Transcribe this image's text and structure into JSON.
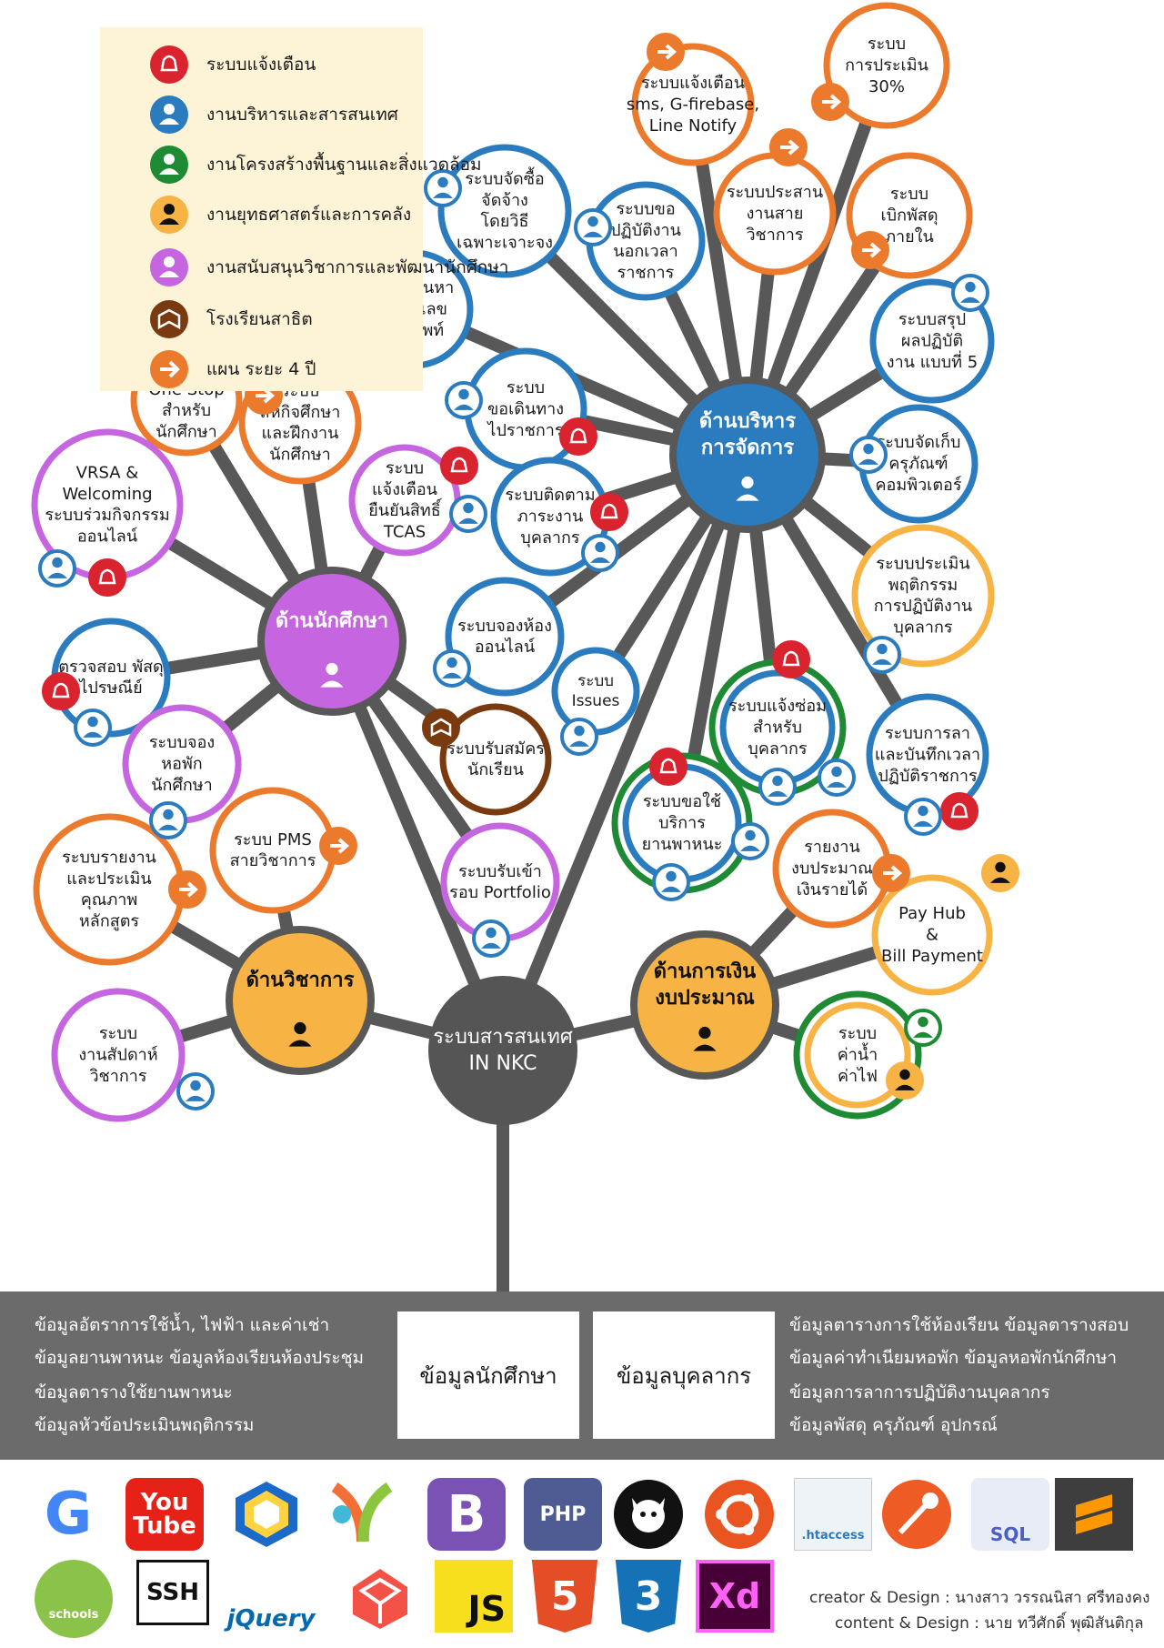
{
  "legend": [
    {
      "label": "ระบบแจ้งเตือน",
      "icon": "bell-icon",
      "color": "#d9232e"
    },
    {
      "label": "งานบริหารและสารสนเทศ",
      "icon": "person-icon",
      "color": "#2b7bbf"
    },
    {
      "label": "งานโครงสร้างพื้นฐานและสิ่งแวดล้อม",
      "icon": "person-icon",
      "color": "#1e8a34"
    },
    {
      "label": "งานยุทธศาสตร์และการคลัง",
      "icon": "person-icon",
      "color": "#f7b444"
    },
    {
      "label": "งานสนับสนุนวิชาการและพัฒนานักศึกษา",
      "icon": "person-icon",
      "color": "#c565e0"
    },
    {
      "label": "โรงเรียนสาธิต",
      "icon": "book-icon",
      "color": "#7a3a10"
    },
    {
      "label": "แผน ระยะ 4  ปี",
      "icon": "arrow-icon",
      "color": "#ec7a2c"
    }
  ],
  "center": {
    "lines": [
      "ระบบสารสนเทศ",
      "IN NKC"
    ],
    "color": "#555555"
  },
  "hubs": {
    "admin": {
      "lines": [
        "ด้านบริหาร",
        "การจัดการ"
      ],
      "color": "#2b7bbf"
    },
    "student": {
      "lines": [
        "ด้านนักศึกษา"
      ],
      "color": "#c565e0"
    },
    "academic": {
      "lines": [
        "ด้านวิชาการ"
      ],
      "color": "#f7b444"
    },
    "finance": {
      "lines": [
        "ด้านการเงิน",
        "งบประมาณ"
      ],
      "color": "#f7b444"
    }
  },
  "nodes": {
    "admin": [
      {
        "lines": [
          "ระบบแจ้งเตือน",
          "sms,  G-firebase,",
          "Line Notify"
        ],
        "color": "#ec7a2c"
      },
      {
        "lines": [
          "ระบบ",
          "การประเมิน",
          "30%"
        ],
        "color": "#ec7a2c"
      },
      {
        "lines": [
          "ระบบจัดซื้อ",
          "จัดจ้าง",
          "โดยวิธี",
          "เฉพาะเจาะจง"
        ],
        "color": "#2b7bbf"
      },
      {
        "lines": [
          "ระบบขอ",
          "ปฏิบัติงาน",
          "นอกเวลา",
          "ราชการ"
        ],
        "color": "#2b7bbf"
      },
      {
        "lines": [
          "ระบบประสาน",
          "งานสาย",
          "วิชาการ"
        ],
        "color": "#ec7a2c"
      },
      {
        "lines": [
          "ระบบ",
          "เบิกพัสดุ",
          "ภายใน"
        ],
        "color": "#ec7a2c"
      },
      {
        "lines": [
          "ระบบค้นหา",
          "หมายเลข",
          "โทรศัพท์"
        ],
        "color": "#2b7bbf"
      },
      {
        "lines": [
          "ระบบสรุป",
          "ผลปฏิบัติ",
          "งาน แบบที่ 5"
        ],
        "color": "#2b7bbf"
      },
      {
        "lines": [
          "ระบบ",
          "ขอเดินทาง",
          "ไปราชการ"
        ],
        "color": "#2b7bbf"
      },
      {
        "lines": [
          "ระบบจัดเก็บ",
          "ครุภัณฑ์",
          "คอมพิวเตอร์"
        ],
        "color": "#2b7bbf"
      },
      {
        "lines": [
          "ระบบติดตาม",
          "ภาระงาน",
          "บุคลากร"
        ],
        "color": "#2b7bbf"
      },
      {
        "lines": [
          "ระบบประเมิน",
          "พฤติกรรม",
          "การปฏิบัติงาน",
          "บุคลากร"
        ],
        "color": "#f7b444"
      },
      {
        "lines": [
          "ระบบจองห้อง",
          "ออนไลน์"
        ],
        "color": "#2b7bbf"
      },
      {
        "lines": [
          "ระบบ",
          "Issues"
        ],
        "color": "#2b7bbf"
      },
      {
        "lines": [
          "ระบบแจ้งซ่อม",
          "สำหรับ",
          "บุคลากร"
        ],
        "color": "#2b7bbf"
      },
      {
        "lines": [
          "ระบบการลา",
          "และบันทึกเวลา",
          "ปฏิบัติราชการ"
        ],
        "color": "#2b7bbf"
      },
      {
        "lines": [
          "ระบบขอใช้",
          "บริการ",
          "ยานพาหนะ"
        ],
        "color": "#2b7bbf"
      }
    ],
    "student": [
      {
        "lines": [
          "ระบบ",
          "One Stop",
          "สำหรับ",
          "นักศึกษา"
        ],
        "color": "#ec7a2c"
      },
      {
        "lines": [
          "ระบบ",
          "สหกิจศึกษา",
          "และฝึกงาน",
          "นักศึกษา"
        ],
        "color": "#ec7a2c"
      },
      {
        "lines": [
          "ระบบ",
          "แจ้งเตือน",
          "ยืนยันสิทธิ์",
          "TCAS"
        ],
        "color": "#c565e0"
      },
      {
        "lines": [
          "VRSA &",
          "Welcoming",
          "ระบบร่วมกิจกรรม",
          "ออนไลน์"
        ],
        "color": "#c565e0"
      },
      {
        "lines": [
          "ตรวจสอบ พัสดุ",
          "ไปรษณีย์"
        ],
        "color": "#2b7bbf"
      },
      {
        "lines": [
          "ระบบจอง",
          "หอพัก",
          "นักศึกษา"
        ],
        "color": "#c565e0"
      },
      {
        "lines": [
          "ระบบรับสมัคร",
          "นักเรียน"
        ],
        "color": "#7a3a10"
      },
      {
        "lines": [
          "ระบบรับเข้า",
          "รอบ Portfolio"
        ],
        "color": "#c565e0"
      }
    ],
    "academic": [
      {
        "lines": [
          "ระบบ PMS",
          "สายวิชาการ"
        ],
        "color": "#ec7a2c"
      },
      {
        "lines": [
          "ระบบรายงาน",
          "และประเมิน",
          "คุณภาพ",
          "หลักสูตร"
        ],
        "color": "#ec7a2c"
      },
      {
        "lines": [
          "ระบบ",
          "งานสัปดาห์",
          "วิชาการ"
        ],
        "color": "#c565e0"
      }
    ],
    "finance": [
      {
        "lines": [
          "รายงาน",
          "งบประมาณ",
          "เงินรายได้"
        ],
        "color": "#ec7a2c"
      },
      {
        "lines": [
          "Pay Hub",
          "&",
          "Bill Payment"
        ],
        "color": "#f7b444"
      },
      {
        "lines": [
          "ระบบ",
          "ค่าน้ำ",
          "ค่าไฟ"
        ],
        "color": "#f7b444"
      }
    ]
  },
  "footer": {
    "left": [
      "ข้อมูลอัตราการใช้น้ำ, ไฟฟ้า และค่าเช่า",
      "ข้อมูลยานพาหนะ   ข้อมูลห้องเรียนห้องประชุม",
      "ข้อมูลตารางใช้ยานพาหนะ",
      "ข้อมูลหัวข้อประเมินพฤติกรรม"
    ],
    "box1": "ข้อมูลนักศึกษา",
    "box2": "ข้อมูลบุคลากร",
    "right": [
      "ข้อมูลตารางการใช้ห้องเรียน   ข้อมูลตารางสอบ",
      "ข้อมูลค่าทำเนียมหอพัก   ข้อมูลหอพักนักศึกษา",
      "ข้อมูลการลาการปฏิบัติงานบุคลากร",
      "ข้อมูลพัสดุ ครุภัณฑ์ อุปกรณ์"
    ]
  },
  "tools": [
    {
      "name": "google-logo",
      "text": "G"
    },
    {
      "name": "youtube-logo",
      "text": "You Tube"
    },
    {
      "name": "netbeans-logo",
      "text": ""
    },
    {
      "name": "yii-logo",
      "text": ""
    },
    {
      "name": "bootstrap-logo",
      "text": "B"
    },
    {
      "name": "php-logo",
      "text": "PHP"
    },
    {
      "name": "github-logo",
      "text": ""
    },
    {
      "name": "ubuntu-logo",
      "text": ""
    },
    {
      "name": "htaccess-logo",
      "text": ".htaccess"
    },
    {
      "name": "postman-logo",
      "text": ""
    },
    {
      "name": "sql-logo",
      "text": "SQL"
    },
    {
      "name": "sublime-logo",
      "text": ""
    },
    {
      "name": "w3schools-logo",
      "text": "schools"
    },
    {
      "name": "ssh-logo",
      "text": "SSH"
    },
    {
      "name": "jquery-logo",
      "text": "jQuery"
    },
    {
      "name": "laravel-logo",
      "text": ""
    },
    {
      "name": "js-logo",
      "text": "JS"
    },
    {
      "name": "html5-logo",
      "text": "5"
    },
    {
      "name": "css3-logo",
      "text": "3"
    },
    {
      "name": "xd-logo",
      "text": "Xd"
    }
  ],
  "credits": [
    "creator & Design : นางสาว วรรณนิสา  ศรีทองคง",
    "content & Design : นาย ทวีศักดิ์  พุฒิสันติกุล"
  ]
}
